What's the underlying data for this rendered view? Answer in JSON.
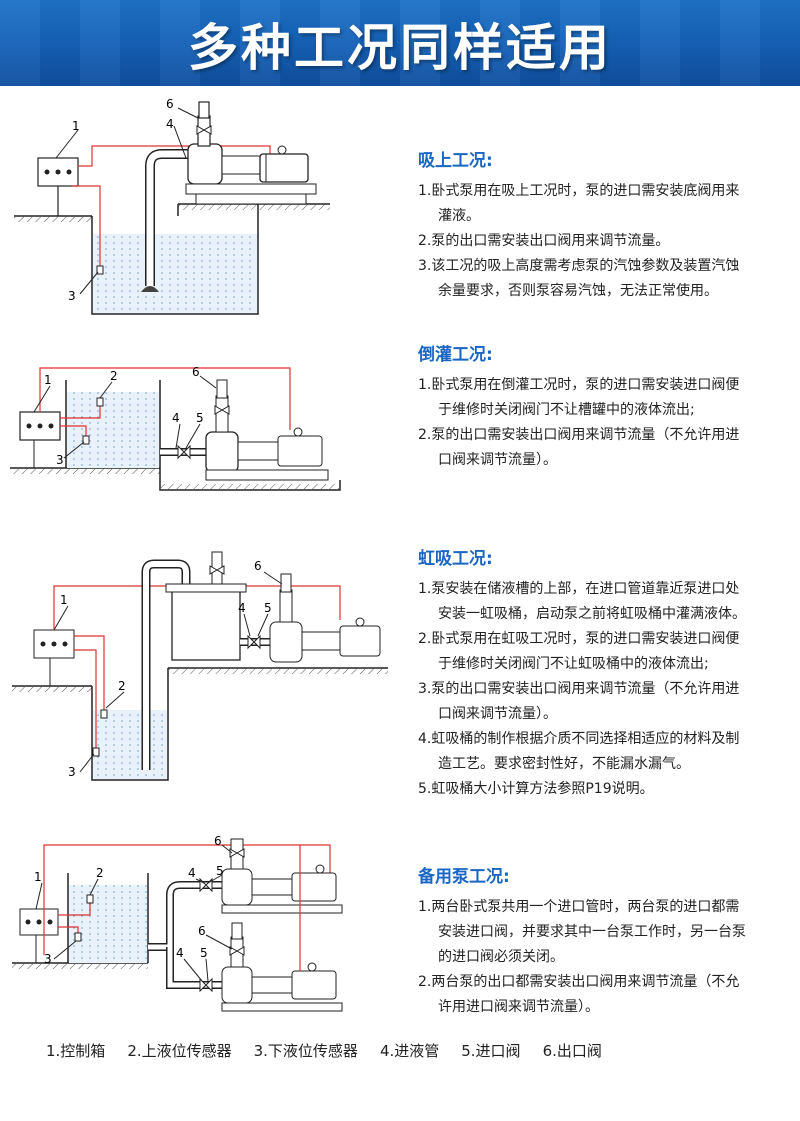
{
  "header": {
    "title": "多种工况同样适用"
  },
  "sections": [
    {
      "title": "吸上工况:",
      "items": [
        [
          "1.卧式泵用在吸上工况时，泵的进口需安装底阀用来",
          "灌液。"
        ],
        [
          "2.泵的出口需安装出口阀用来调节流量。"
        ],
        [
          "3.该工况的吸上高度需考虑泵的汽蚀参数及装置汽蚀",
          "余量要求，否则泵容易汽蚀，无法正常使用。"
        ]
      ]
    },
    {
      "title": "倒灌工况:",
      "items": [
        [
          "1.卧式泵用在倒灌工况时，泵的进口需安装进口阀便",
          "于维修时关闭阀门不让槽罐中的液体流出;"
        ],
        [
          "2.泵的出口需安装出口阀用来调节流量（不允许用进",
          "口阀来调节流量）。"
        ]
      ]
    },
    {
      "title": "虹吸工况:",
      "items": [
        [
          "1.泵安装在储液槽的上部，在进口管道靠近泵进口处",
          "安装一虹吸桶，启动泵之前将虹吸桶中灌满液体。"
        ],
        [
          "2.卧式泵用在虹吸工况时，泵的进口需安装进口阀便",
          "于维修时关闭阀门不让虹吸桶中的液体流出;"
        ],
        [
          "3.泵的出口需安装出口阀用来调节流量（不允许用进",
          "口阀来调节流量）。"
        ],
        [
          "4.虹吸桶的制作根据介质不同选择相适应的材料及制",
          "造工艺。要求密封性好，不能漏水漏气。"
        ],
        [
          "5.虹吸桶大小计算方法参照P19说明。"
        ]
      ]
    },
    {
      "title": "备用泵工况:",
      "items": [
        [
          "1.两台卧式泵共用一个进口管时，两台泵的进口都需",
          "安装进口阀，并要求其中一台泵工作时，另一台泵",
          "的进口阀必须关闭。"
        ],
        [
          "2.两台泵的出口都需安装出口阀用来调节流量（不允",
          "许用进口阀来调节流量）。"
        ]
      ]
    }
  ],
  "legend": [
    "1.控制箱",
    "2.上液位传感器",
    "3.下液位传感器",
    "4.进液管",
    "5.进口阀",
    "6.出口阀"
  ],
  "diagram_labels": {
    "d1": [
      "6",
      "1",
      "4",
      "3"
    ],
    "d2": [
      "1",
      "2",
      "6",
      "4",
      "5",
      "3"
    ],
    "d3": [
      "1",
      "6",
      "4",
      "5",
      "2",
      "3"
    ],
    "d4": [
      "1",
      "2",
      "6",
      "4",
      "5",
      "6",
      "4",
      "5",
      "3"
    ]
  },
  "colors": {
    "banner": "#1560b6",
    "section_title": "#1a66c4",
    "wire": "#e03030",
    "line": "#222222"
  }
}
